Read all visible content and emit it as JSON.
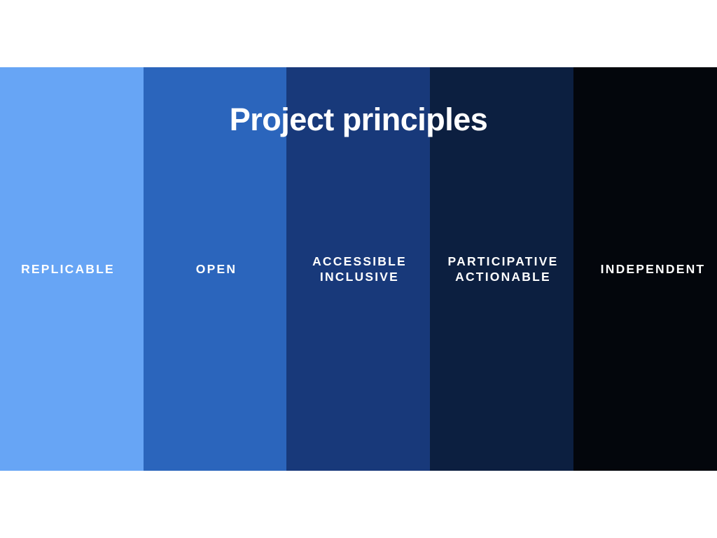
{
  "slide": {
    "title": "Project principles",
    "columns": [
      {
        "label": "REPLICABLE",
        "color": "#67a5f5"
      },
      {
        "label": "OPEN",
        "color": "#2b65bc"
      },
      {
        "label": "ACCESSIBLE\nINCLUSIVE",
        "color": "#18397a"
      },
      {
        "label": "PARTICIPATIVE\nACTIONABLE",
        "color": "#0c1f40"
      },
      {
        "label": "INDEPENDENT",
        "color": "#03060c"
      }
    ],
    "text_color": "#ffffff",
    "page_background": "#ffffff"
  }
}
